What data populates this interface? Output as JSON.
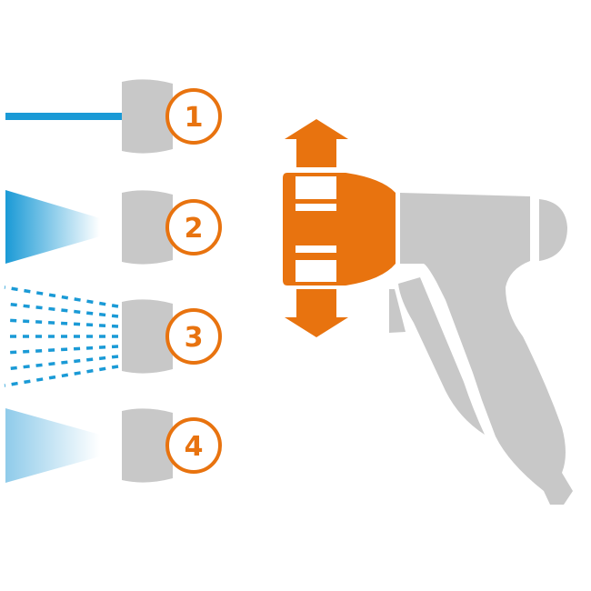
{
  "colors": {
    "orange": "#e8730f",
    "gray": "#c8c8c8",
    "blue": "#1a9ad6",
    "light_blue": "#8fcbea"
  },
  "modes": [
    {
      "number": "1",
      "spray": "jet"
    },
    {
      "number": "2",
      "spray": "cone"
    },
    {
      "number": "3",
      "spray": "shower"
    },
    {
      "number": "4",
      "spray": "mist"
    }
  ]
}
